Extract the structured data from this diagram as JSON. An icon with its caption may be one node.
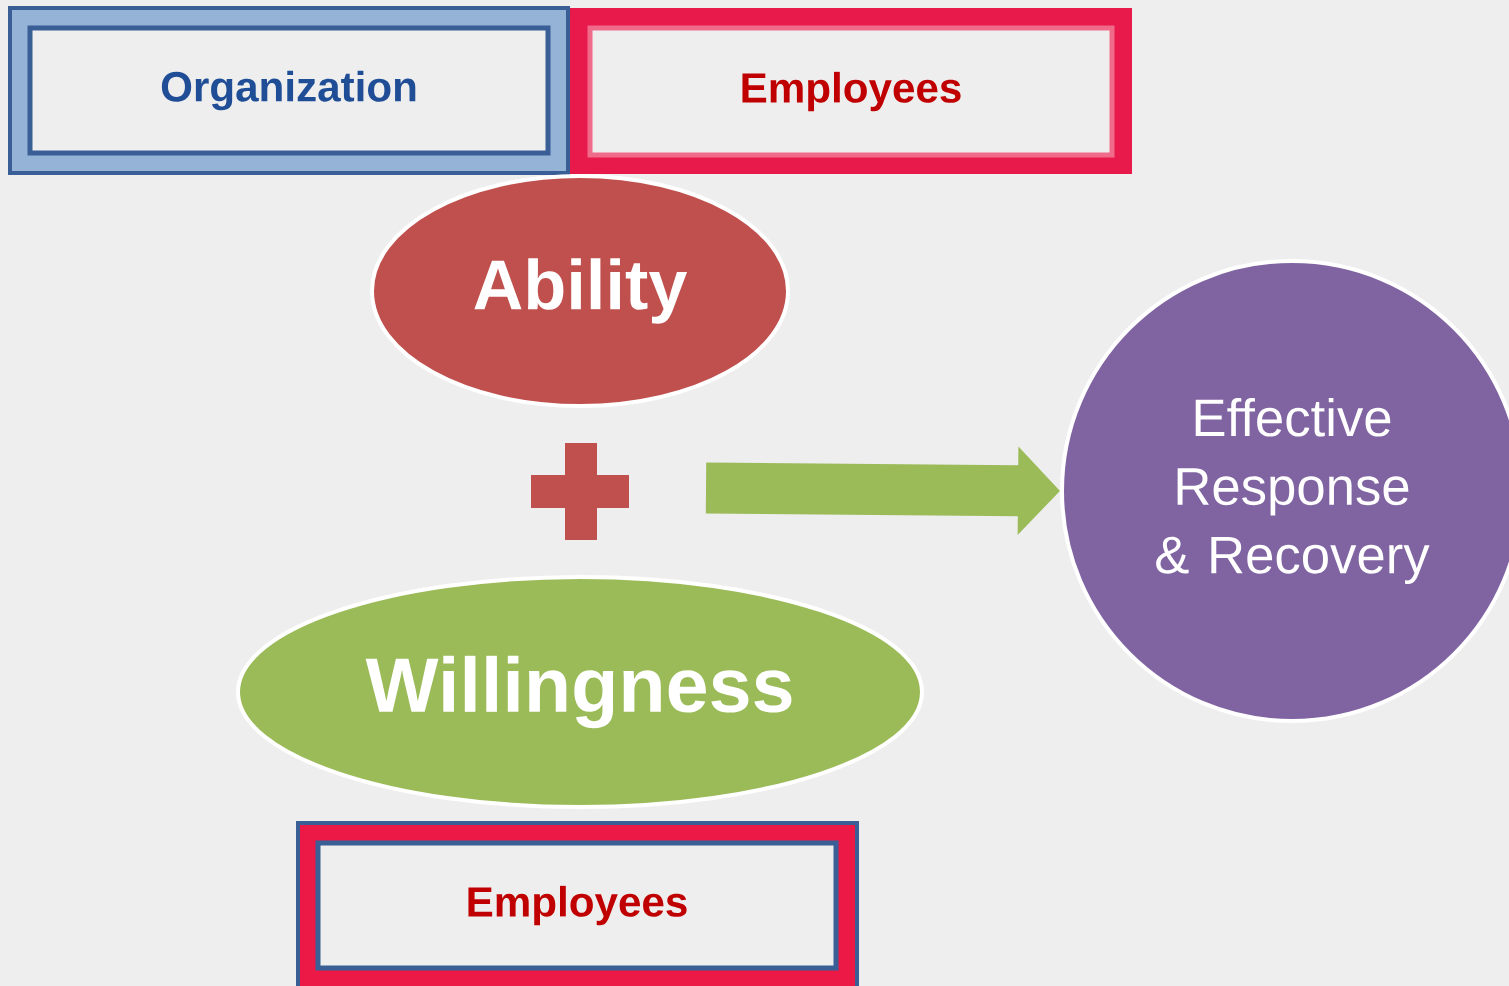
{
  "diagram": {
    "nodes": [
      {
        "text": [
          "Organization"
        ]
      },
      {
        "text": [
          "Employees"
        ]
      },
      {
        "text": [
          "Ability"
        ]
      },
      {
        "text": [
          "Willingness"
        ]
      },
      {
        "text": [
          "Effective Response & Recovery"
        ]
      },
      {
        "text": [
          "Employees"
        ]
      }
    ],
    "edges": [
      {
        "from": null,
        "to": 4,
        "arrow": "to"
      }
    ]
  }
}
